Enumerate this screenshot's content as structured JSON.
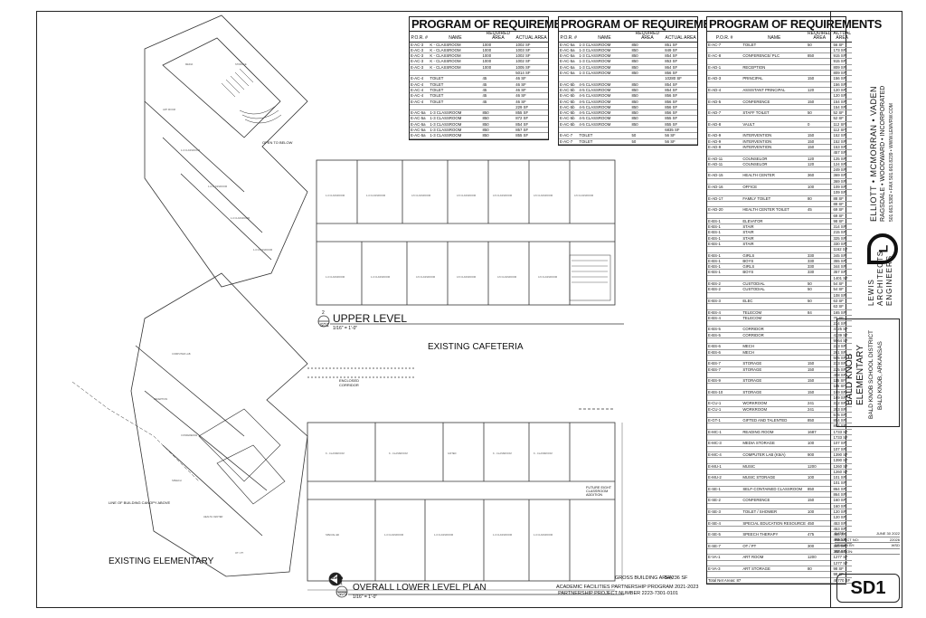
{
  "plan": {
    "upper_level_label": "UPPER LEVEL",
    "upper_scale": "1/16\" = 1'-0\"",
    "upper_tag": "SD1",
    "upper_num": "2",
    "lower_level_label": "OVERALL LOWER LEVEL PLAN",
    "lower_scale": "1/16\" = 1'-0\"",
    "lower_tag": "SD1",
    "lower_num": "1",
    "existing_cafeteria": "EXISTING CAFETERIA",
    "existing_elementary": "EXISTING ELEMENTARY",
    "open_to_below": "OPEN TO BELOW",
    "enclosed_corridor": "ENCLOSED CORRIDOR",
    "canopy_note": "LINE OF BUILDING CANOPY ABOVE",
    "future_addition": "FUTURE EIGHT CLASSROOM ADDITION",
    "north": "NORTH",
    "gross_area_label": "GROSS BUILDING AREA:",
    "gross_area_value": "54,236 SF",
    "program_line": "ACADEMIC FACILITIES PARTNERSHIP PROGRAM 2021-2023",
    "project_number_line": "PARTNERSHIP PROJECT NUMBER 2223-7301-0101"
  },
  "tables": [
    {
      "title": "PROGRAM OF REQUIREMENTS",
      "headers": [
        "P.O.R. #",
        "NAME",
        "REQUIRED AREA",
        "ACTUAL AREA"
      ],
      "rows": [
        [
          "E-AC-3",
          "K - CLASSROOM",
          "1000",
          "1002 SF"
        ],
        [
          "E-AC-3",
          "K - CLASSROOM",
          "1000",
          "1003 SF"
        ],
        [
          "E-AC-3",
          "K - CLASSROOM",
          "1000",
          "1002 SF"
        ],
        [
          "E-AC-3",
          "K - CLASSROOM",
          "1000",
          "1002 SF"
        ],
        [
          "E-AC-3",
          "K - CLASSROOM",
          "1000",
          "1005 SF"
        ],
        [
          "",
          "",
          "",
          "5014 SF"
        ],
        [
          "E-AC-4",
          "TOILET",
          "45",
          "46 SF"
        ],
        [
          "E-AC-4",
          "TOILET",
          "45",
          "46 SF"
        ],
        [
          "E-AC-4",
          "TOILET",
          "45",
          "46 SF"
        ],
        [
          "E-AC-4",
          "TOILET",
          "45",
          "46 SF"
        ],
        [
          "E-AC-4",
          "TOILET",
          "45",
          "46 SF"
        ],
        [
          "",
          "",
          "",
          "229 SF"
        ],
        [
          "E-AC-5a",
          "1-3 CLASSROOM",
          "850",
          "855 SF"
        ],
        [
          "E-AC-5a",
          "1-3 CLASSROOM",
          "850",
          "872 SF"
        ],
        [
          "E-AC-5a",
          "1-3 CLASSROOM",
          "850",
          "854 SF"
        ],
        [
          "E-AC-5a",
          "1-3 CLASSROOM",
          "850",
          "857 SF"
        ],
        [
          "E-AC-5a",
          "1-3 CLASSROOM",
          "850",
          "855 SF"
        ]
      ]
    },
    {
      "title": "PROGRAM OF REQUIREMENTS",
      "headers": [
        "P.O.R. #",
        "NAME",
        "REQUIRED AREA",
        "ACTUAL AREA"
      ],
      "rows": [
        [
          "E-AC-5a",
          "1-3 CLASSROOM",
          "850",
          "851 SF"
        ],
        [
          "E-AC-5a",
          "1-3 CLASSROOM",
          "850",
          "849 SF"
        ],
        [
          "E-AC-5a",
          "1-3 CLASSROOM",
          "850",
          "854 SF"
        ],
        [
          "E-AC-5a",
          "1-3 CLASSROOM",
          "850",
          "853 SF"
        ],
        [
          "E-AC-5a",
          "1-3 CLASSROOM",
          "850",
          "864 SF"
        ],
        [
          "E-AC-5a",
          "1-3 CLASSROOM",
          "850",
          "856 SF"
        ],
        [
          "",
          "",
          "",
          "10280 SF"
        ],
        [
          "E-AC-5b",
          "4-5 CLASSROOM",
          "850",
          "854 SF"
        ],
        [
          "E-AC-5b",
          "4-5 CLASSROOM",
          "850",
          "854 SF"
        ],
        [
          "E-AC-5b",
          "4-5 CLASSROOM",
          "850",
          "856 SF"
        ],
        [
          "E-AC-5b",
          "4-5 CLASSROOM",
          "850",
          "856 SF"
        ],
        [
          "E-AC-5b",
          "4-5 CLASSROOM",
          "850",
          "856 SF"
        ],
        [
          "E-AC-5b",
          "4-5 CLASSROOM",
          "850",
          "856 SF"
        ],
        [
          "E-AC-5b",
          "4-5 CLASSROOM",
          "850",
          "855 SF"
        ],
        [
          "E-AC-5b",
          "4-5 CLASSROOM",
          "850",
          "855 SF"
        ],
        [
          "",
          "",
          "",
          "6835 SF"
        ],
        [
          "E-AC-7",
          "TOILET",
          "50",
          "56 SF"
        ],
        [
          "E-AC-7",
          "TOILET",
          "50",
          "56 SF"
        ]
      ]
    },
    {
      "title": "PROGRAM OF REQUIREMENTS",
      "headers": [
        "P.O.R. #",
        "NAME",
        "REQUIRED AREA",
        "ACTUAL AREA"
      ],
      "rows": [
        [
          "E-AC-7",
          "TOILET",
          "50",
          "56 SF"
        ],
        [
          "",
          "",
          "",
          "173 SF"
        ],
        [
          "E-AC-8",
          "CONFERENCE/ PLC",
          "850",
          "915 SF"
        ],
        [
          "",
          "",
          "",
          "915 SF"
        ],
        [
          "E-AD-1",
          "RECEPTION",
          "",
          "809 SF"
        ],
        [
          "",
          "",
          "",
          "809 SF"
        ],
        [
          "E-AD-3",
          "PRINCIPAL",
          "150",
          "156 SF"
        ],
        [
          "",
          "",
          "",
          "156 SF"
        ],
        [
          "E-AD-4",
          "ASSISTANT PRINCIPAL",
          "120",
          "120 SF"
        ],
        [
          "",
          "",
          "",
          "120 SF"
        ],
        [
          "E-AD-5",
          "CONFERENCE",
          "150",
          "154 SF"
        ],
        [
          "",
          "",
          "",
          "154 SF"
        ],
        [
          "E-AD-7",
          "STAFF TOILET",
          "50",
          "52 SF"
        ],
        [
          "",
          "",
          "",
          "52 SF"
        ],
        [
          "E-AD-8",
          "VAULT",
          "0",
          "112 SF"
        ],
        [
          "",
          "",
          "",
          "112 SF"
        ],
        [
          "E-AD-9",
          "INTERVENTION",
          "150",
          "152 SF"
        ],
        [
          "E-AD-9",
          "INTERVENTION",
          "150",
          "152 SF"
        ],
        [
          "E-AD-9",
          "INTERVENTION",
          "150",
          "153 SF"
        ],
        [
          "",
          "",
          "",
          "457 SF"
        ],
        [
          "E-AD-11",
          "COUNSELOR",
          "120",
          "125 SF"
        ],
        [
          "E-AD-11",
          "COUNSELOR",
          "120",
          "124 SF"
        ],
        [
          "",
          "",
          "",
          "249 SF"
        ],
        [
          "E-AD-15",
          "HEALTH CENTER",
          "360",
          "369 SF"
        ],
        [
          "",
          "",
          "",
          "369 SF"
        ],
        [
          "E-AD-16",
          "OFFICE",
          "100",
          "109 SF"
        ],
        [
          "",
          "",
          "",
          "109 SF"
        ],
        [
          "E-AD-17",
          "FAMILY TOILET",
          "80",
          "88 SF"
        ],
        [
          "",
          "",
          "",
          "88 SF"
        ],
        [
          "E-AD-20",
          "HEALTH CENTER TOILET",
          "45",
          "69 SF"
        ],
        [
          "",
          "",
          "",
          "69 SF"
        ],
        [
          "E-BS-1",
          "ELEVATOR",
          "",
          "98 SF"
        ],
        [
          "E-BS-1",
          "STAIR",
          "",
          "314 SF"
        ],
        [
          "E-BS-1",
          "STAIR",
          "",
          "215 SF"
        ],
        [
          "E-BS-1",
          "STAIR",
          "",
          "325 SF"
        ],
        [
          "E-BS-1",
          "STAIR",
          "",
          "330 SF"
        ],
        [
          "",
          "",
          "",
          "1162 SF"
        ],
        [
          "E-BS-1",
          "GIRLS",
          "330",
          "345 SF"
        ],
        [
          "E-BS-1",
          "BOYS",
          "330",
          "355 SF"
        ],
        [
          "E-BS-1",
          "GIRLS",
          "330",
          "344 SF"
        ],
        [
          "E-BS-1",
          "BOYS",
          "330",
          "357 SF"
        ],
        [
          "",
          "",
          "",
          "1401 SF"
        ],
        [
          "E-BS-2",
          "CUSTODIAL",
          "50",
          "54 SF"
        ],
        [
          "E-BS-2",
          "CUSTODIAL",
          "50",
          "54 SF"
        ],
        [
          "",
          "",
          "",
          "108 SF"
        ],
        [
          "E-BS-3",
          "ELEC",
          "50",
          "63 SF"
        ],
        [
          "",
          "",
          "",
          "63 SF"
        ],
        [
          "E-BS-4",
          "TELECOM",
          "84",
          "165 SF"
        ],
        [
          "E-BS-4",
          "TELECOM",
          "",
          "70 SF"
        ],
        [
          "",
          "",
          "",
          "234 SF"
        ],
        [
          "E-BS-5",
          "CORRIDOR",
          "",
          "4725 SF"
        ],
        [
          "E-BS-5",
          "CORRIDOR",
          "",
          "4339 SF"
        ],
        [
          "",
          "",
          "",
          "9064 SF"
        ],
        [
          "E-BS-6",
          "MECH",
          "",
          "223 SF"
        ],
        [
          "E-BS-6",
          "MECH",
          "",
          "281 SF"
        ],
        [
          "",
          "",
          "",
          "505 SF"
        ],
        [
          "E-BS-7",
          "STORAGE",
          "150",
          "233 SF"
        ],
        [
          "E-BS-7",
          "STORAGE",
          "150",
          "225 SF"
        ],
        [
          "",
          "",
          "",
          "458 SF"
        ],
        [
          "E-BS-9",
          "STORAGE",
          "150",
          "115 SF"
        ],
        [
          "",
          "",
          "",
          "115 SF"
        ],
        [
          "E-BS-10",
          "STORAGE",
          "150",
          "169 SF"
        ],
        [
          "",
          "",
          "",
          "169 SF"
        ],
        [
          "E-CU-1",
          "WORKROOM",
          "241",
          "222 SF"
        ],
        [
          "E-CU-1",
          "WORKROOM",
          "241",
          "253 SF"
        ],
        [
          "",
          "",
          "",
          "575 SF"
        ],
        [
          "E-GT-1",
          "GIFTED AND TALENTED",
          "850",
          "854 SF"
        ],
        [
          "",
          "",
          "",
          "854 SF"
        ],
        [
          "E-MC-1",
          "READING ROOM",
          "1687",
          "1733 SF"
        ],
        [
          "",
          "",
          "",
          "1733 SF"
        ],
        [
          "E-MC-3",
          "MEDIA STORAGE",
          "100",
          "107 SF"
        ],
        [
          "",
          "",
          "",
          "107 SF"
        ],
        [
          "E-MC-4",
          "COMPUTER LAB (K5/A)",
          "900",
          "1390 SF"
        ],
        [
          "",
          "",
          "",
          "1390 SF"
        ],
        [
          "E-MU-1",
          "MUSIC",
          "1200",
          "1260 SF"
        ],
        [
          "",
          "",
          "",
          "1260 SF"
        ],
        [
          "E-MU-2",
          "MUSIC STORAGE",
          "100",
          "101 SF"
        ],
        [
          "",
          "",
          "",
          "101 SF"
        ],
        [
          "E-SE-1",
          "SELF-CONTAINED CLASSROOM",
          "850",
          "864 SF"
        ],
        [
          "",
          "",
          "",
          "864 SF"
        ],
        [
          "E-SE-2",
          "CONFERENCE",
          "150",
          "160 SF"
        ],
        [
          "",
          "",
          "",
          "160 SF"
        ],
        [
          "E-SE-3",
          "TOILET / SHOWER",
          "100",
          "120 SF"
        ],
        [
          "",
          "",
          "",
          "120 SF"
        ],
        [
          "E-SE-4",
          "SPECIAL EDUCATION RESOURCE",
          "450",
          "453 SF"
        ],
        [
          "",
          "",
          "",
          "453 SF"
        ],
        [
          "E-SE-5",
          "SPEECH THERAPY",
          "475",
          "453 SF"
        ],
        [
          "",
          "",
          "",
          "453 SF"
        ],
        [
          "E-SE-7",
          "OT / PT",
          "300",
          "303 SF"
        ],
        [
          "",
          "",
          "",
          "303 SF"
        ],
        [
          "E-VA-1",
          "ART ROOM",
          "1200",
          "1277 SF"
        ],
        [
          "",
          "",
          "",
          "1277 SF"
        ],
        [
          "E-VA-3",
          "ART STORAGE",
          "80",
          "98 SF"
        ],
        [
          "",
          "",
          "",
          "98 SF"
        ],
        [
          "Total Net Areas: 87",
          "",
          "",
          "48770 SF"
        ]
      ]
    }
  ],
  "titleblock": {
    "firm_line1": "ELLIOTT • MCMORRAN • VADEN",
    "firm_line2": "RAGSDALE • WOODWARD • INCORPORATED",
    "firm_line3": "501.663.5382 • FAX 501.663.8239 • WWW.LEMVRW.COM",
    "firm_name_1": "LEWIS",
    "firm_name_2": "ARCHITECTS",
    "firm_name_3": "ENGINEERS",
    "logo_letter": "L",
    "project_1": "BALD KNOB",
    "project_2": "ELEMENTARY",
    "project_3": "BALD KNOB SCHOOL DISTRICT",
    "project_4": "BALD KNOB, ARKANSAS",
    "date_label": "DATE:",
    "date_value": "JUNE 30 2022",
    "projno_label": "PROJECT NO:",
    "projno_value": "22026",
    "drawn_label": "DRAWN BY:",
    "drawn_value": "WSD",
    "revision_label": "REVISION:",
    "revision_value": "",
    "sheet_number": "SD1"
  }
}
